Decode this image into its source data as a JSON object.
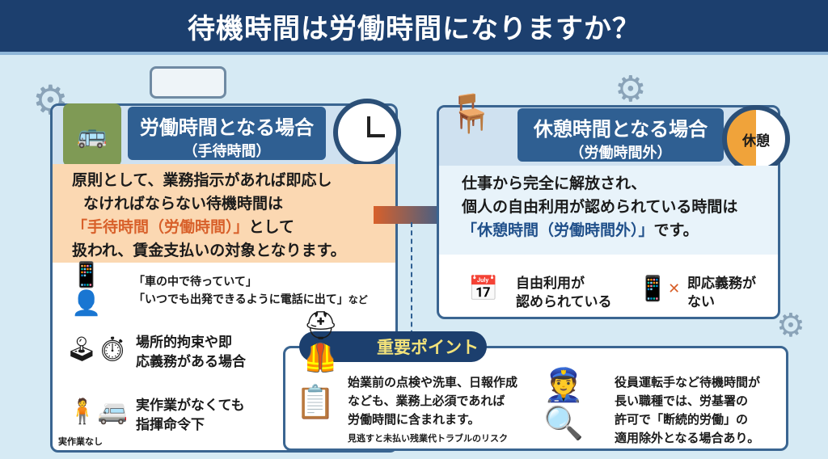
{
  "header": {
    "title": "待機時間は労働時間になりますか？"
  },
  "left": {
    "title": "労働時間となる場合",
    "subtitle": "（手待時間）",
    "body_lines": [
      "原則として、業務指示があれば即応し",
      "なければならない待機時間は"
    ],
    "highlight": "「手待時間（労働時間）」",
    "highlight_suffix": "として",
    "body_last": "扱われ、賃金支払いの対象となります。",
    "example_1": "「車の中で待っていて」",
    "example_2": "「いつでも出発できるように電話に出て」",
    "example_suffix": "など",
    "item1": [
      "場所的拘束や即",
      "応義務がある場合"
    ],
    "item2": [
      "実作業がなくても",
      "指揮命令下"
    ],
    "item2_caption": "実作業なし"
  },
  "right": {
    "title": "休憩時間となる場合",
    "subtitle": "（労働時間外）",
    "clock_label": "休憩",
    "body_lines": [
      "仕事から完全に解放され、",
      "個人の自由利用が認められている時間は"
    ],
    "highlight": "「休憩時間（労働時間外）」",
    "highlight_suffix": "です。",
    "item1": [
      "自由利用が",
      "認められている"
    ],
    "item2": [
      "即応義務が",
      "ない"
    ]
  },
  "point": {
    "badge": "重要ポイント",
    "left_lines": [
      "始業前の点検や洗車、日報作成",
      "なども、業務上必須であれば",
      "労働時間に含まれます。"
    ],
    "left_note": "見逃すと未払い残業代トラブルのリスク",
    "right_lines": [
      "役員運転手など待機時間が",
      "長い職種では、労基署の",
      "許可で「断続的労働」の",
      "適用除外となる場合あり。"
    ]
  },
  "colors": {
    "navy": "#1c3f6e",
    "accent": "#d8602a",
    "orange_bg": "#fbd8b2",
    "badge_text": "#f3e27a"
  }
}
